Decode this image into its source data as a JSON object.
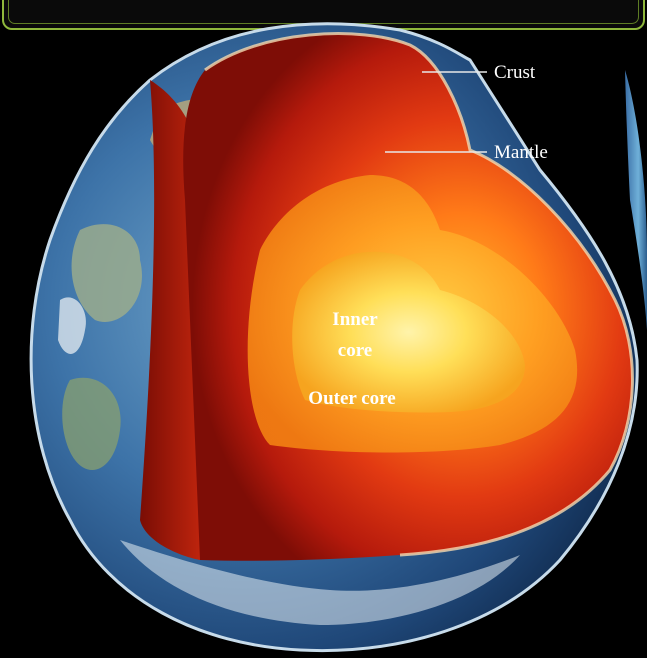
{
  "labels": {
    "crust": "Crust",
    "mantle": "Mantle",
    "inner_core_line1": "Inner",
    "inner_core_line2": "core",
    "outer_core": "Outer core"
  }
}
